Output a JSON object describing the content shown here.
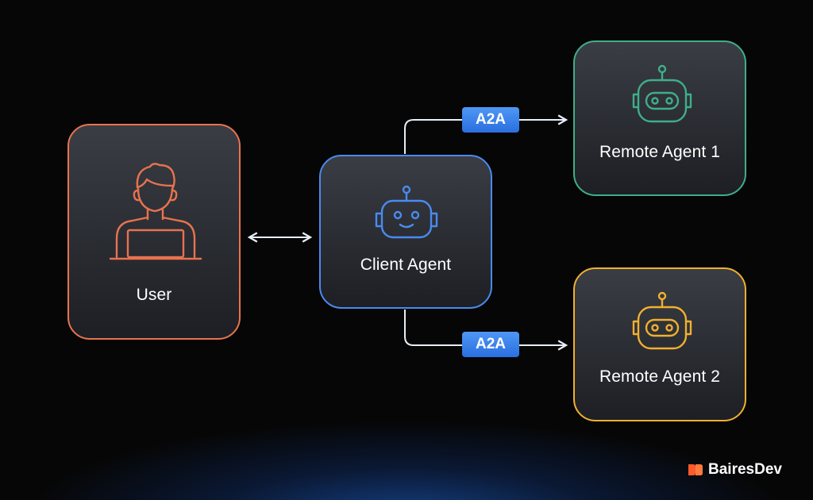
{
  "nodes": {
    "user": {
      "label": "User",
      "color": "#e8734f"
    },
    "client": {
      "label": "Client Agent",
      "color": "#4a8af0"
    },
    "remote1": {
      "label": "Remote Agent 1",
      "color": "#3fae8a"
    },
    "remote2": {
      "label": "Remote Agent 2",
      "color": "#f0b030"
    }
  },
  "badges": {
    "top": "A2A",
    "bottom": "A2A",
    "color": "#3a82ee"
  },
  "icons": {
    "user": "person-at-laptop-icon",
    "client": "robot-smile-icon",
    "remote1": "robot-icon",
    "remote2": "robot-icon"
  },
  "brand": {
    "name": "BairesDev",
    "color": "#ff5a2b"
  }
}
